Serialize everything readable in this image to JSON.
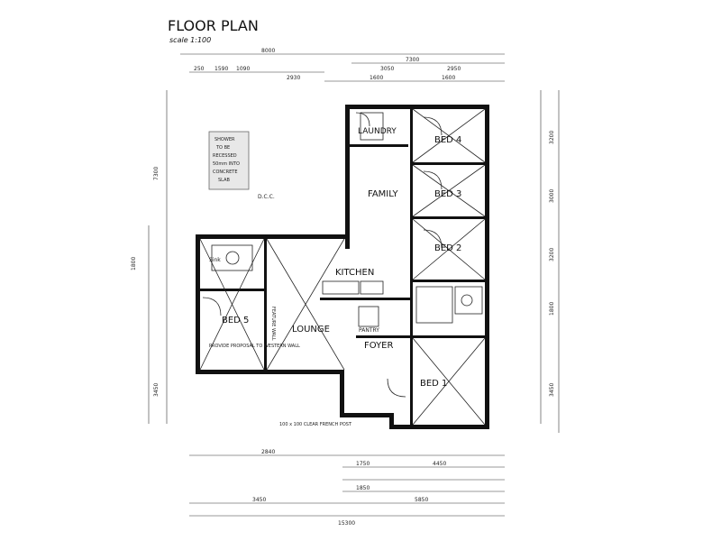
{
  "title": "FLOOR PLAN",
  "scale": "scale 1:100",
  "stamp": [
    "SHOWER",
    "TO BE",
    "RECESSED",
    "50mm INTO",
    "CONCRETE",
    "SLAB"
  ],
  "rooms": {
    "laundry": "LAUNDRY",
    "bed4": "BED 4",
    "family": "FAMILY",
    "bed3": "BED 3",
    "bed2": "BED 2",
    "kitchen": "KITCHEN",
    "lounge": "LOUNGE",
    "bed5": "BED 5",
    "foyer": "FOYER",
    "bed1": "BED 1",
    "pantry": "PANTRY",
    "sink": "Sink"
  },
  "notes": {
    "new_brick": "PROVIDE PROPOSAL TO WESTERN WALL",
    "clear_post": "100 x 100 CLEAR FRENCH POST",
    "dcc": "D.C.C.",
    "feature_wall": "FEATURE WALL"
  },
  "dims": {
    "top_overall": "7300",
    "top_left": "8000",
    "top_a": "250",
    "top_b": "1590",
    "top_c": "1090",
    "top_d": "2930",
    "top_e": "3050",
    "top_f": "2950",
    "top_g": "1600",
    "top_h": "1600",
    "bottom_a": "2840",
    "bottom_b": "1750",
    "bottom_c": "4450",
    "bottom_d": "1850",
    "bottom_e": "5850",
    "bottom_f": "3450",
    "bottom_total": "15300",
    "left_a": "3450",
    "left_b": "7300",
    "left_c": "1800",
    "right_a": "3450",
    "right_b": "3200",
    "right_c": "3000",
    "right_d": "3200",
    "right_e": "1800"
  }
}
